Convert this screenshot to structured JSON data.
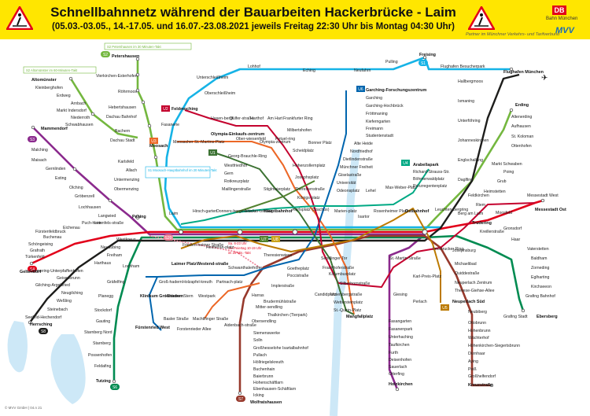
{
  "header": {
    "title": "Schnellbahnnetz während der Bauarbeiten Hackerbrücke - Laim",
    "subtitle": "(05.03.-03.05., 14.-17.05. und 16.07.-23.08.2021 jeweils Freitag 22:30 Uhr bis Montag 04:30 Uhr)",
    "db_logo": "DB",
    "db_name": "Bahn München",
    "mvv_text": "Partner im Münchner Verkehrs- und Tarifverbund",
    "mvv_logo": "MVV"
  },
  "copyright": "© MVV GmbH | 04.n 21",
  "colors": {
    "s1": "#16b3e6",
    "s2": "#74b73f",
    "s3": "#8b2a8d",
    "s4": "#e2001a",
    "s6": "#008b51",
    "s7": "#97392c",
    "s8": "#1d1d1b",
    "s20": "#ee7d93",
    "u1": "#3c7233",
    "u2": "#c4022e",
    "u3": "#ec6726",
    "u4": "#00a984",
    "u5": "#bc7a00",
    "u6": "#0065ae",
    "u7": "#52822f",
    "u8": "#c9a31b",
    "water": "#cde8f7",
    "header": "#ffe600"
  },
  "notes": {
    "s2_petershausen": "S2 Petershausen im 30 Minuten-Takt",
    "s2_altomuenster": "S2 Altomünster im 60-Minuten-Takt",
    "s1_hauptbahnhof": "S1 Moosach-Hauptbahnhof im 20 Minuten-Takt",
    "s8_mid_1": "Sa. 6-23 Uhr",
    "s8_mid_2": "So./Feiertag 10-19 Uhr",
    "s8_mid_3": "im 20-Min.-Takt"
  },
  "badges": {
    "s2": "S2",
    "s1": "S1",
    "s3": "S3",
    "s4": "S4",
    "s6": "S6",
    "s7": "S7",
    "s8": "S8",
    "s20": "S20",
    "u1": "U1",
    "u2": "U2",
    "u3": "U3",
    "u4": "U4",
    "u5": "U5",
    "u6": "U6",
    "u7": "U7",
    "u8": "U8"
  },
  "stations": {
    "petershausen": "Petershausen",
    "vierkirchen": "Vierkirchen-Esterhofen",
    "roehrmoos": "Röhrmoos",
    "hebertshausen": "Hebertshausen",
    "dachau_bf": "Dachau Bahnhof",
    "dachau_stadt": "Dachau Stadt",
    "bachern": "Bachern",
    "karlsfeld": "Karlsfeld",
    "allach": "Allach",
    "untermenzing": "Untermenzing",
    "obermenzing": "Obermenzing",
    "altomuenster": "Altomünster",
    "kleinberghofen": "Kleinberghofen",
    "erdweg": "Erdweg",
    "arnbach": "Arnbach",
    "markt_indersdorf": "Markt Indersdorf",
    "niederroth": "Niederroth",
    "schwabhausen": "Schwabhausen",
    "mammendorf": "Mammendorf",
    "malching": "Malching",
    "maisach": "Maisach",
    "gernlinden": "Gernlinden",
    "esting": "Esting",
    "olching": "Olching",
    "groebenzell": "Gröbenzell",
    "lochhausen": "Lochhausen",
    "langwied": "Langwied",
    "pasing": "Pasing",
    "geltendorf": "Geltendorf",
    "tuerkenfeld": "Türkenfeld",
    "grafrath": "Grafrath",
    "schoengeising": "Schöngeising",
    "buchenau": "Buchenau",
    "fuerstenfeldbruck": "Fürstenfeldbruck",
    "eichenau": "Eichenau",
    "puchheim": "Puch-heim",
    "leienfels": "Leienfels-straße",
    "herrsching": "Herrsching",
    "seefeld": "Seefeld-Hechendorf",
    "steinebach": "Steinebach",
    "wessling": "Weßling",
    "neugilching": "Neugilching",
    "gilching": "Gilching-Argelsried",
    "geisenbrunn": "Geisenbrunn",
    "germering": "Germering-Unterpfaffenhofen",
    "harthaus": "Harthaus",
    "freiham": "Freiham",
    "neuaubing": "Neuaubing",
    "westkreuz": "Westkreuz",
    "tutzing": "Tutzing",
    "feldafing": "Feldafing",
    "possenhofen": "Possenhofen",
    "starnberg": "Starnberg",
    "starnberg_nord": "Starnberg Nord",
    "gauting": "Gauting",
    "stockdorf": "Stockdorf",
    "planegg": "Planegg",
    "graefelfing": "Gräfelfing",
    "lochham": "Lochham",
    "lohhof": "Lohhof",
    "unterschleissheim": "Unterschleißheim",
    "oberschleissheim": "Oberschleißheim",
    "feldmoching": "Feldmoching",
    "fasanerie": "Fasanerie",
    "moosach": "Moosach",
    "moosacher": "Moosacher St.-Martins-Platz",
    "olympia_einkauf": "Olympia-Einkaufs-zentrum",
    "oberwiesenfeld": "Ober-wiesenfeld",
    "olympiazentrum": "Olympia-zentrum",
    "petuelring": "Petuel-ring",
    "hasenbergl": "Hasen-bergl",
    "duelferstr": "Dülfer-straße",
    "harthof": "Harthof",
    "am_hart": "Am Hart",
    "frankfurter_ring": "Frankfurter Ring",
    "milbertshofen": "Milbertshofen",
    "scheidplatz": "Scheidplatz",
    "bonner_platz": "Bonner Platz",
    "georg_brauchle": "Georg-Brauchle-Ring",
    "westfriedhof": "Westfriedhof",
    "gern": "Gern",
    "rotkreuzplatz": "Rotkreuzplatz",
    "maillingerstr": "Maillingerstraße",
    "stiglmaierplatz": "Stiglmaierplatz",
    "hohenzollernplatz": "Hohenzollernplatz",
    "josephsplatz": "Josephsplatz",
    "theresienstr": "Theresienstraße",
    "koenigsplatz": "Königs-platz",
    "karlsplatz": "Karlsplatz (Stachus)",
    "laim": "Laim",
    "hirschgarten": "Hirsch-garten",
    "donnersberger": "Donners-bergerbrücke",
    "hackerbruecke": "Hacker-brücke",
    "hauptbahnhof": "Hauptbahnhof",
    "marienplatz": "Marien-platz",
    "isartor": "Isartor",
    "rosenheimer_platz": "Rosenheimer Platz",
    "ostbahnhof": "Ostbahnhof",
    "leuchtenbergring": "Leuchten-bergring",
    "berg_am_laim": "Berg am Laim",
    "trudering": "Trudering",
    "gronsdorf": "Gronsdorf",
    "haar": "Haar",
    "vaterstetten": "Vaterstetten",
    "baldham": "Baldham",
    "zorneding": "Zorneding",
    "eglharting": "Eglharting",
    "kirchseeon": "Kirchseeon",
    "grafing_bf": "Grafing Bahnhof",
    "grafing_stadt": "Grafing Stadt",
    "ebersberg": "Ebersberg",
    "kreillerstr": "Kreillerstraße",
    "moosfeld": "Moosfeld",
    "messestadt_west": "Messestadt West",
    "messestadt_ost": "Messestadt Ost",
    "freising": "Freising",
    "pulling": "Pulling",
    "neufahrn": "Neufahrn",
    "eching": "Eching",
    "flughafen": "Flughafen München",
    "flughafen_besucher": "Flughafen Besucherpark",
    "hallbergmoos": "Hallbergmoos",
    "ismaning": "Ismaning",
    "unterfoehring": "Unterföhring",
    "johanneskirchen": "Johanneskirchen",
    "englschalking": "Englschalking",
    "daglfing": "Daglfing",
    "erding": "Erding",
    "altenerding": "Altenerding",
    "aufhausen": "Aufhausen",
    "st_koloman": "St. Koloman",
    "ottenhofen": "Ottenhofen",
    "markt_schwaben": "Markt Schwaben",
    "poing": "Poing",
    "grub": "Grub",
    "heimstetten": "Heimstetten",
    "feldkirchen": "Feldkirchen",
    "riem": "Riem",
    "garching_forschung": "Garching-Forschungszentrum",
    "garching": "Garching",
    "garching_hochbrueck": "Garching-Hochbrück",
    "froettmaning": "Fröttmaning",
    "kieferngarten": "Kieferngarten",
    "freimann": "Freimann",
    "studentenstadt": "Studentenstadt",
    "alte_heide": "Alte Heide",
    "nordfriedhof": "Nordfriedhof",
    "dietlindenstr": "Dietlindenstraße",
    "muenchner_freiheit": "Münchner Freiheit",
    "giselastr": "Giselastraße",
    "universitaet": "Universität",
    "odeonsplatz": "Odeonsplatz",
    "lehel": "Lehel",
    "max_weber_platz": "Max-Weber-Platz",
    "arabellapark": "Arabellapark",
    "richard_strauss": "Richard-Strauss-Str.",
    "boehmerwaldplatz": "Böhmerwaldplatz",
    "prinzregentenplatz": "Prinzregentenplatz",
    "sendlinger_tor": "Sendlinger Tor",
    "fraunhoferstr": "Fraunhoferstraße",
    "kolumbusplatz": "Kolumbusplatz",
    "silberhornstr": "Silberhornstraße",
    "untersbergstr": "Untersbergstraße",
    "giesing": "Giesing",
    "wettersteinplatz": "Wettersteinplatz",
    "st_quirin_platz": "St.-Quirin-Platz",
    "mangfallplatz": "Mangfallplatz",
    "candidplatz": "Candidplatz",
    "st_martin_str": "St.-Martin-Straße",
    "innsbrucker_ring": "Innsbrucker Ring",
    "karl_preis_platz": "Karl-Preis-Platz",
    "josephsburg": "Josephsburg",
    "michaelibad": "Michaelibad",
    "quiddestr": "Quiddestraße",
    "neuperlach_zentrum": "Neuperlach Zentrum",
    "therese_giehse": "Therese-Giehse-Allee",
    "neuperlach_sued": "Neuperlach Süd",
    "perlach": "Perlach",
    "neubiberg": "Neubiberg",
    "ottobrunn": "Ottobrunn",
    "hohenbrunn": "Hohenbrunn",
    "waechterhof": "Wächterhof",
    "hoehenkirchen": "Höhenkirchen-Siegertsbrunn",
    "duernhaar": "Dürnhaar",
    "aying": "Aying",
    "peiss": "Peiß",
    "grosshelfendorf": "Großhelfendorf",
    "kreuzstrasse": "Kreuzstraße",
    "fasangarten": "Fasangarten",
    "fasanenpark": "Fasanenpark",
    "unterhaching": "Unterhaching",
    "taufkirchen": "Taufkirchen",
    "furth": "Furth",
    "deisenhofen": "Deisenhofen",
    "sauerlach": "Sauerlach",
    "otterfing": "Otterfing",
    "holzkirchen": "Holzkirchen",
    "goetheplatz": "Goetheplatz",
    "poccistr": "Poccistraße",
    "implerstr": "Implerstraße",
    "harras": "Harras",
    "brudermuehlstr": "Brudermühlstraße",
    "thalkirchen": "Thalkirchen (Tierpark)",
    "obersendling": "Obersendling",
    "mittersendling": "Mitter-sendling",
    "siemenswerke": "Siemenswerke",
    "solln": "Solln",
    "grosshesselohe": "Großhesselohe Isartalbahnhof",
    "pullach": "Pullach",
    "hoellriegelskreuth": "Höllriegelskreuth",
    "buchenhain": "Buchenhain",
    "baierbrunn": "Baierbrunn",
    "hohenschaeftlarn": "Hohenschäftlarn",
    "ebenhausen": "Ebenhausen-Schäftlarn",
    "icking": "Icking",
    "wolfratshausen": "Wolfratshausen",
    "schwanthalerhoehe": "Schwanthalerhöhe",
    "theresienwiese": "Theresienwiese",
    "heimeranplatz": "Heimeran-platz",
    "friedenheimer": "Frieden-heimer Straße",
    "laimer_platz": "Laimer Platz",
    "westendstr": "Westend-straße",
    "partnachplatz": "Partnach-platz",
    "holzapfelkreuth": "Holzapfel-kreuth",
    "grosshadern": "Groß-hadern",
    "klinikum_grosshadern": "Klinikum Großhadern",
    "haderner_stern": "Haderner Stern",
    "westpark": "Westpark",
    "machtlfinger": "Machtlfinger Straße",
    "aidenbach": "Aidenbach-straße",
    "basler_str": "Basler Straße",
    "fuerstenried_west": "Fürstenried West",
    "forstenrieder_allee": "Forstenrieder Allee",
    "hackerbruecke_sbahn": "Hackerbrücke"
  }
}
